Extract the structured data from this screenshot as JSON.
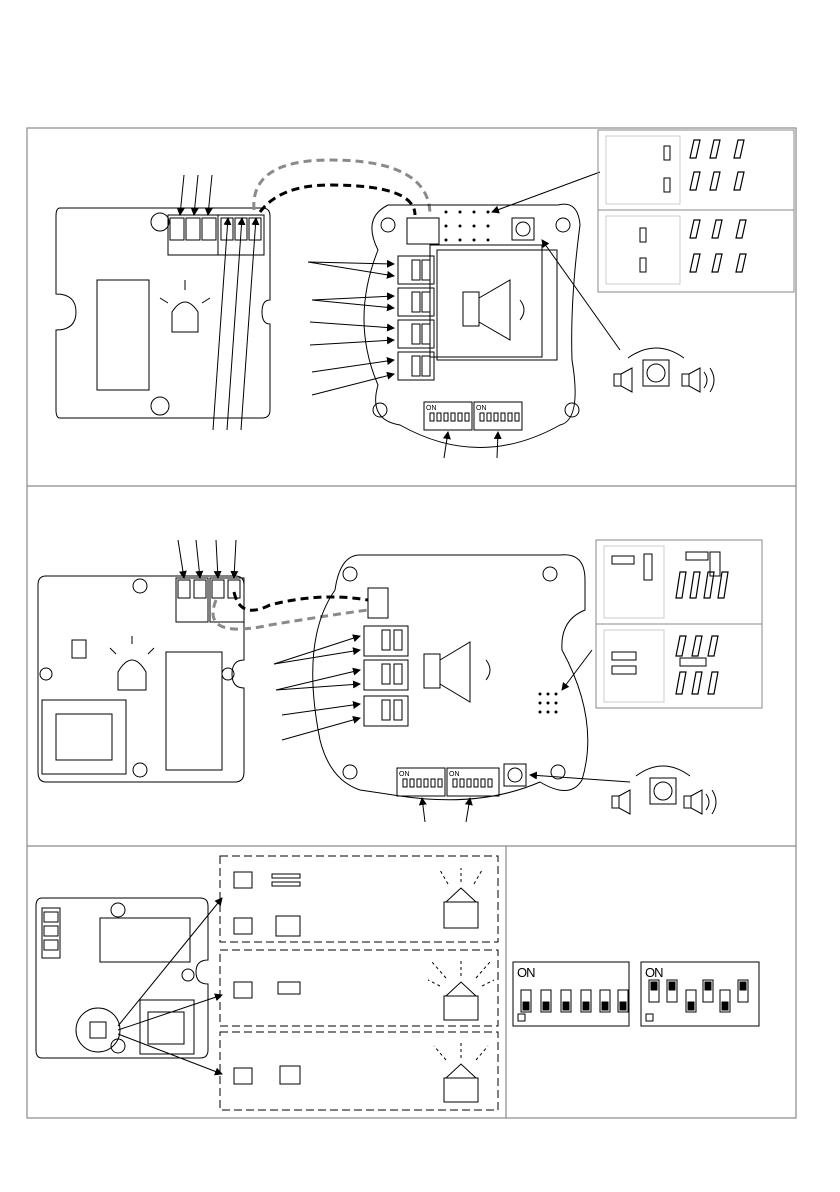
{
  "colors": {
    "line": "#000000",
    "dashed_gray": "#8a8a8a",
    "dashed_black": "#000000",
    "panel_border": "#8a8a8a"
  },
  "labels": {
    "dip_on_small": "ON",
    "dip_on_large": "ON"
  },
  "dip_switch_examples": {
    "all_off": [
      0,
      0,
      0,
      0,
      0,
      0
    ],
    "mixed": [
      1,
      1,
      0,
      1,
      0,
      1
    ]
  },
  "icons": [
    "terminal-block-icon",
    "led-beacon-icon",
    "speaker-icon",
    "potentiometer-icon",
    "jumper-icon",
    "dip-switch-icon",
    "flash-lamp-icon"
  ]
}
